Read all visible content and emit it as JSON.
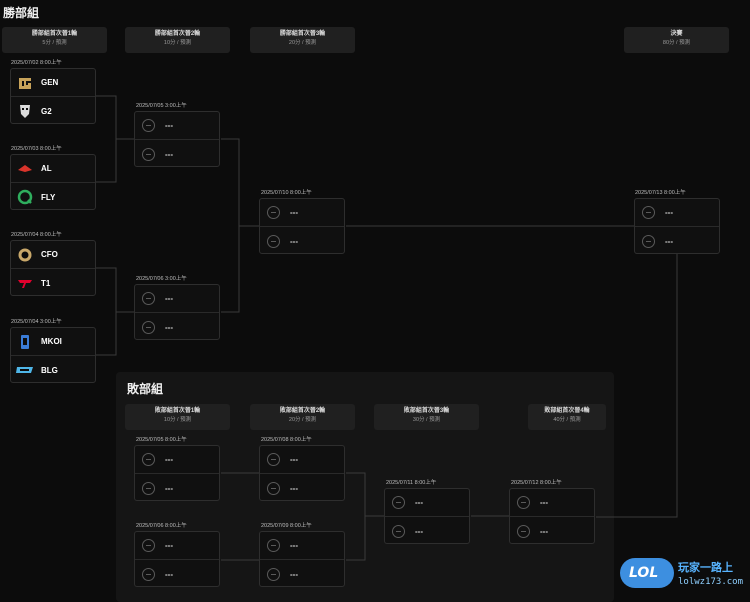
{
  "winners": {
    "title": "勝部組",
    "rounds": [
      {
        "title": "勝部組首次晉1輪",
        "sub": "5分 / 預測"
      },
      {
        "title": "勝部組首次晉2輪",
        "sub": "10分 / 預測"
      },
      {
        "title": "勝部組首次晉3輪",
        "sub": "20分 / 預測"
      },
      {
        "title": "決賽",
        "sub": "80分 / 預測"
      }
    ],
    "r1": [
      {
        "date": "2025/07/02 8:00上午",
        "team1": "GEN",
        "team2": "G2"
      },
      {
        "date": "2025/07/03 8:00上午",
        "team1": "AL",
        "team2": "FLY"
      },
      {
        "date": "2025/07/04 8:00上午",
        "team1": "CFO",
        "team2": "T1"
      },
      {
        "date": "2025/07/04 3:00上午",
        "team1": "MKOI",
        "team2": "BLG"
      }
    ],
    "r2": [
      {
        "date": "2025/07/05 3:00上午",
        "team1": "---",
        "team2": "---"
      },
      {
        "date": "2025/07/06 3:00上午",
        "team1": "---",
        "team2": "---"
      }
    ],
    "r3": [
      {
        "date": "2025/07/10 8:00上午",
        "team1": "---",
        "team2": "---"
      }
    ],
    "final": {
      "date": "2025/07/13 8:00上午",
      "team1": "---",
      "team2": "---"
    }
  },
  "losers": {
    "title": "敗部組",
    "rounds": [
      {
        "title": "敗部組首次晉1輪",
        "sub": "10分 / 預測"
      },
      {
        "title": "敗部組首次晉2輪",
        "sub": "20分 / 預測"
      },
      {
        "title": "敗部組首次晉3輪",
        "sub": "30分 / 預測"
      },
      {
        "title": "敗部組首次晉4輪",
        "sub": "40分 / 預測"
      }
    ],
    "matches": [
      {
        "date": "2025/07/05 8:00上午",
        "team1": "---",
        "team2": "---"
      },
      {
        "date": "2025/07/06 8:00上午",
        "team1": "---",
        "team2": "---"
      },
      {
        "date": "2025/07/08 8:00上午",
        "team1": "---",
        "team2": "---"
      },
      {
        "date": "2025/07/09 8:00上午",
        "team1": "---",
        "team2": "---"
      },
      {
        "date": "2025/07/11 8:00上午",
        "team1": "---",
        "team2": "---"
      },
      {
        "date": "2025/07/12 8:00上午",
        "team1": "---",
        "team2": "---"
      }
    ]
  },
  "watermark": {
    "brand": "LOL",
    "site": "lolwz173.com",
    "slogan": "玩家一路上"
  },
  "colors": {
    "gen": "#c8a35a",
    "al": "#d9342b",
    "fly": "#2fae5e",
    "cfo": "#c9a86a",
    "t1": "#e2012d",
    "mkoi": "#3b7dd8",
    "blg": "#4fb6e8"
  },
  "icons": {
    "gen": "gen-logo-icon",
    "g2": "g2-logo-icon",
    "al": "al-logo-icon",
    "fly": "fly-logo-icon",
    "cfo": "cfo-logo-icon",
    "t1": "t1-logo-icon",
    "mkoi": "mkoi-logo-icon",
    "blg": "blg-logo-icon",
    "placeholder": "placeholder-circle-icon"
  }
}
